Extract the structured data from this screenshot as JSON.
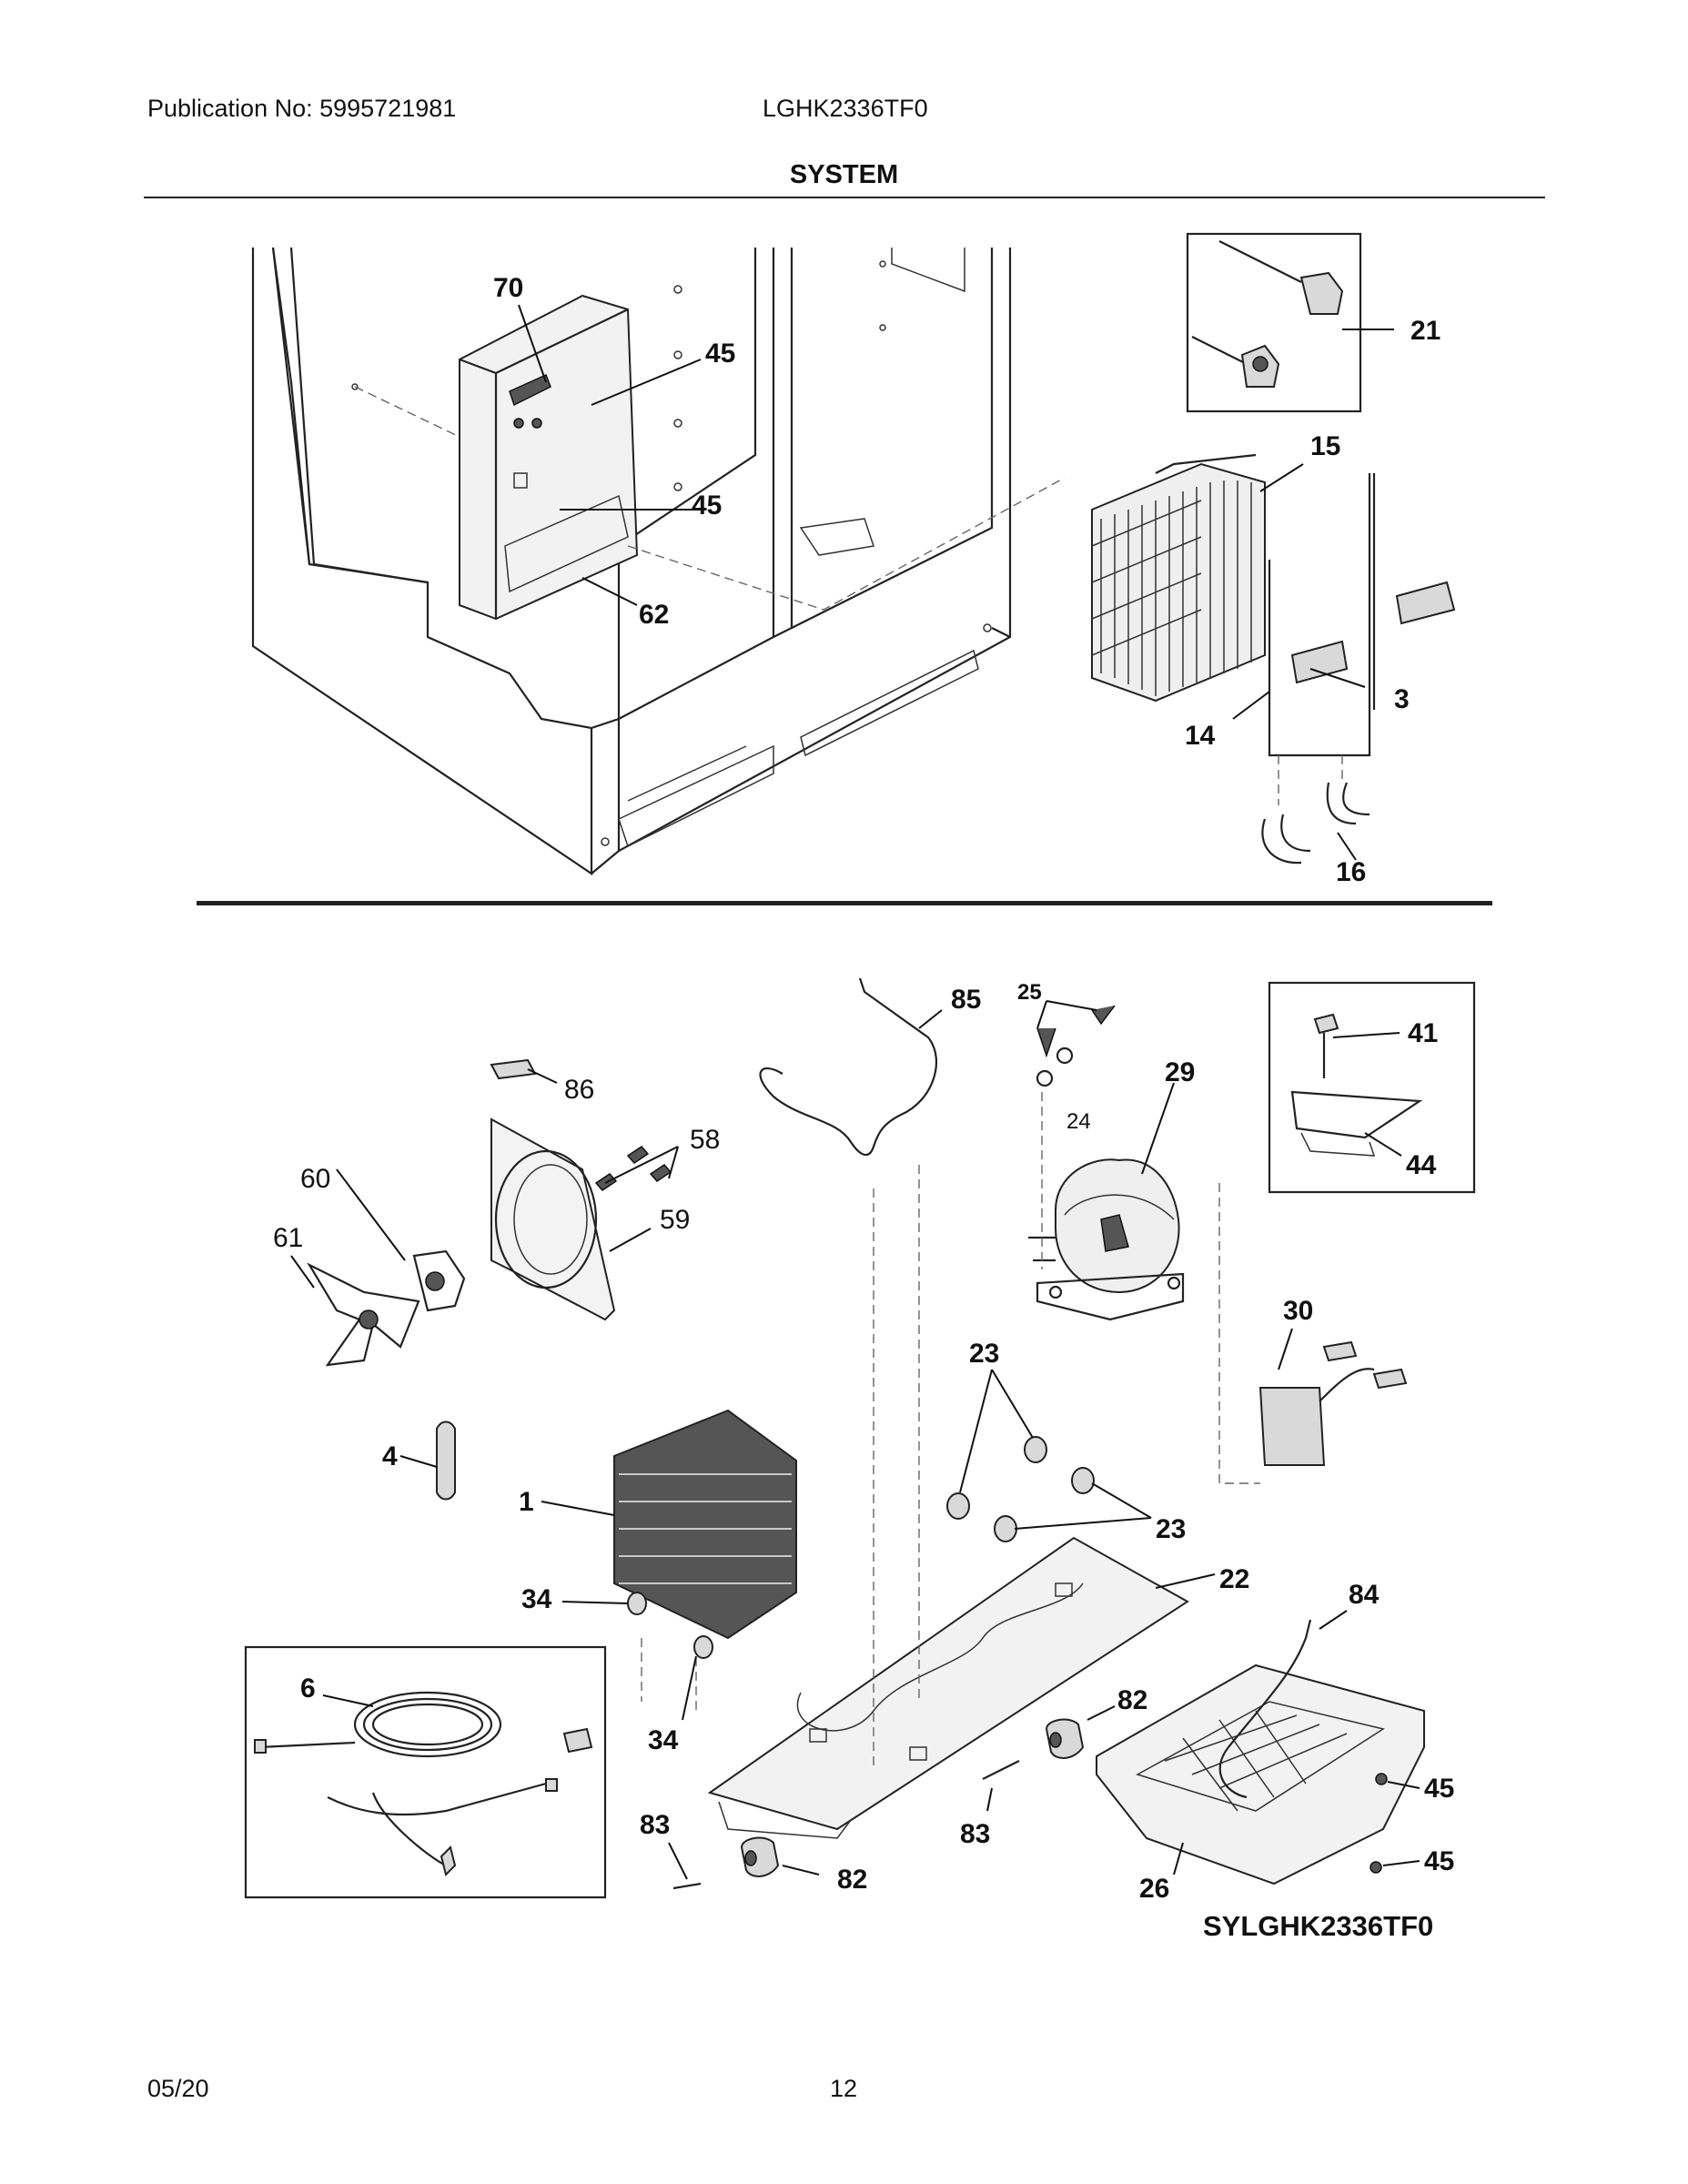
{
  "header": {
    "publication": "Publication No: 5995721981",
    "model": "LGHK2336TF0",
    "section_title": "SYSTEM"
  },
  "footer": {
    "date": "05/20",
    "page_number": "12"
  },
  "diagram": {
    "code": "SYLGHK2336TF0",
    "callouts": [
      "70",
      "45",
      "45",
      "62",
      "21",
      "15",
      "3",
      "14",
      "16",
      "85",
      "25",
      "24",
      "29",
      "41",
      "44",
      "86",
      "58",
      "59",
      "60",
      "61",
      "30",
      "23",
      "23",
      "4",
      "1",
      "34",
      "34",
      "22",
      "84",
      "6",
      "82",
      "83",
      "83",
      "82",
      "45",
      "45",
      "26"
    ]
  }
}
